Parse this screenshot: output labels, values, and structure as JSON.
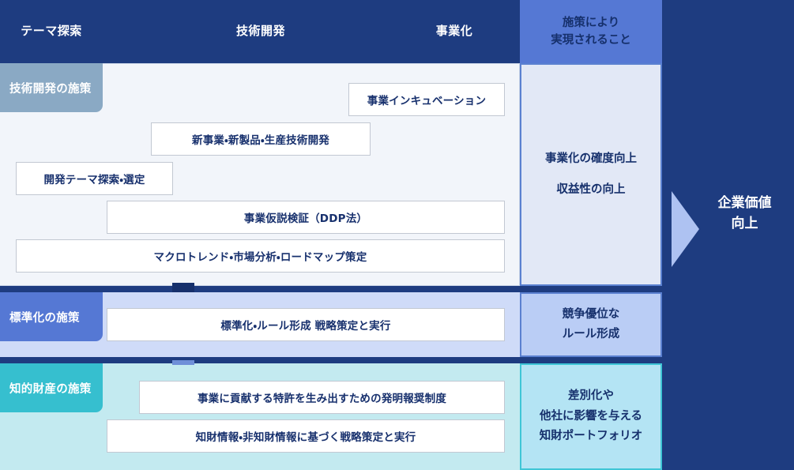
{
  "header": {
    "columns": [
      {
        "label": "テーマ探索"
      },
      {
        "label": "技術開発"
      },
      {
        "label": "事業化"
      }
    ],
    "outcome_title_line1": "施策により",
    "outcome_title_line2": "実現されること"
  },
  "sections": [
    {
      "tab_label": "技術開発の施策",
      "accent_color": "#8aa9c4",
      "background": "#f2f5fa",
      "boxes": [
        {
          "label": "事業インキュベーション"
        },
        {
          "label": "新事業・新製品・生産技術開発"
        },
        {
          "label": "開発テーマ探索・選定"
        },
        {
          "label": "事業仮説検証（DDP法）"
        },
        {
          "label": "マクロトレンド・市場分析・ロードマップ策定"
        }
      ],
      "outcome_lines": [
        "事業化の確度向上",
        "収益性の向上"
      ]
    },
    {
      "tab_label": "標準化の施策",
      "accent_color": "#5578d4",
      "background": "#cfdbf8",
      "boxes": [
        {
          "label": "標準化・ルール形成 戦略策定と実行"
        }
      ],
      "outcome_lines": [
        "競争優位な",
        "ルール形成"
      ]
    },
    {
      "tab_label": "知的財産の施策",
      "accent_color": "#36bfcf",
      "background": "#c3eaf0",
      "boxes": [
        {
          "label": "事業に貢献する特許を生み出すための発明報奨制度"
        },
        {
          "label": "知財情報・非知財情報に基づく戦略策定と実行"
        }
      ],
      "outcome_lines": [
        "差別化や",
        "他社に影響を与える",
        "知財ポートフォリオ"
      ]
    }
  ],
  "result": {
    "arrow_icon": "right-arrow-icon",
    "line1": "企業価値",
    "line2": "向上"
  },
  "colors": {
    "canvas": "#1e3c80",
    "header_outcome": "#5578d4",
    "box_text": "#17306d",
    "tech_accent": "#8aa9c4",
    "std_accent": "#5578d4",
    "ip_accent": "#36bfcf",
    "arrow": "#aec2f2"
  }
}
